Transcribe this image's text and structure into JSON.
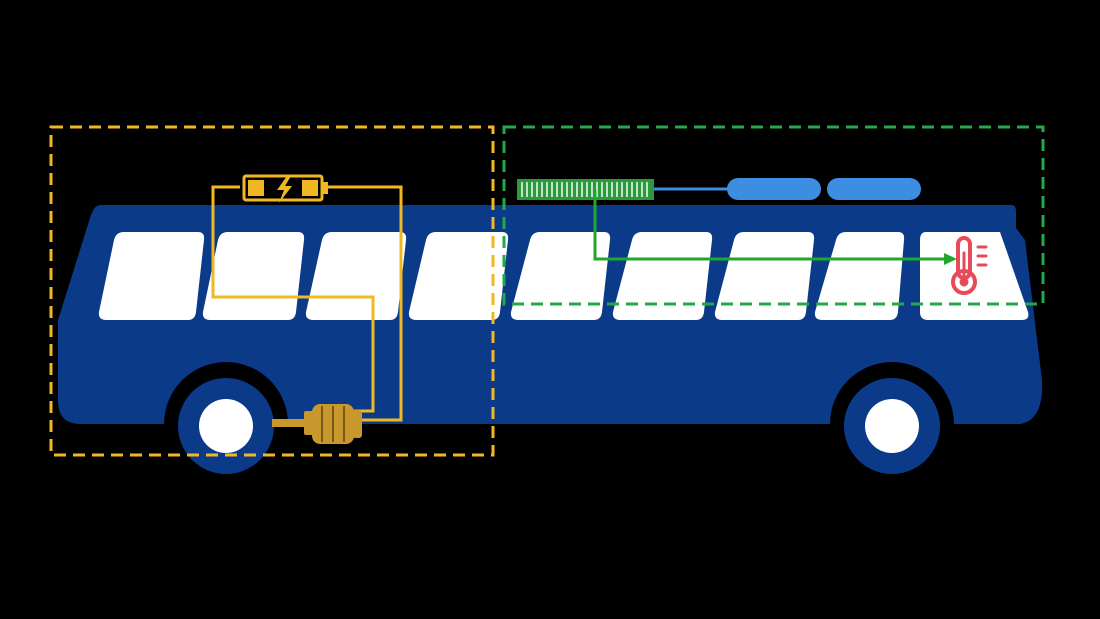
{
  "colors": {
    "background": "#000000",
    "bus_body": "#0a3a88",
    "window": "#ffffff",
    "tire": "#000000",
    "hub": "#ffffff",
    "electric_region": "#f2b824",
    "electric_wire": "#f2b824",
    "thermal_region": "#23a84a",
    "thermal_line": "#1fa82c",
    "radiator": "#2a9a3c",
    "coolant_tank": "#3d8ee0",
    "thermometer": "#e84a5a",
    "motor": "#c8982c"
  },
  "components": {
    "battery": {
      "icon": "battery-charging-icon"
    },
    "motor": {
      "icon": "electric-motor-icon"
    },
    "radiator": {
      "icon": "radiator-icon"
    },
    "coolant_tanks": {
      "icon": "coolant-tank-icon",
      "count": 2
    },
    "thermometer": {
      "icon": "thermometer-icon"
    }
  },
  "bus": {
    "windows": 9,
    "wheels": 2
  },
  "regions": [
    {
      "id": "electric-drive-region",
      "style": "dashed"
    },
    {
      "id": "thermal-management-region",
      "style": "dashed"
    }
  ]
}
